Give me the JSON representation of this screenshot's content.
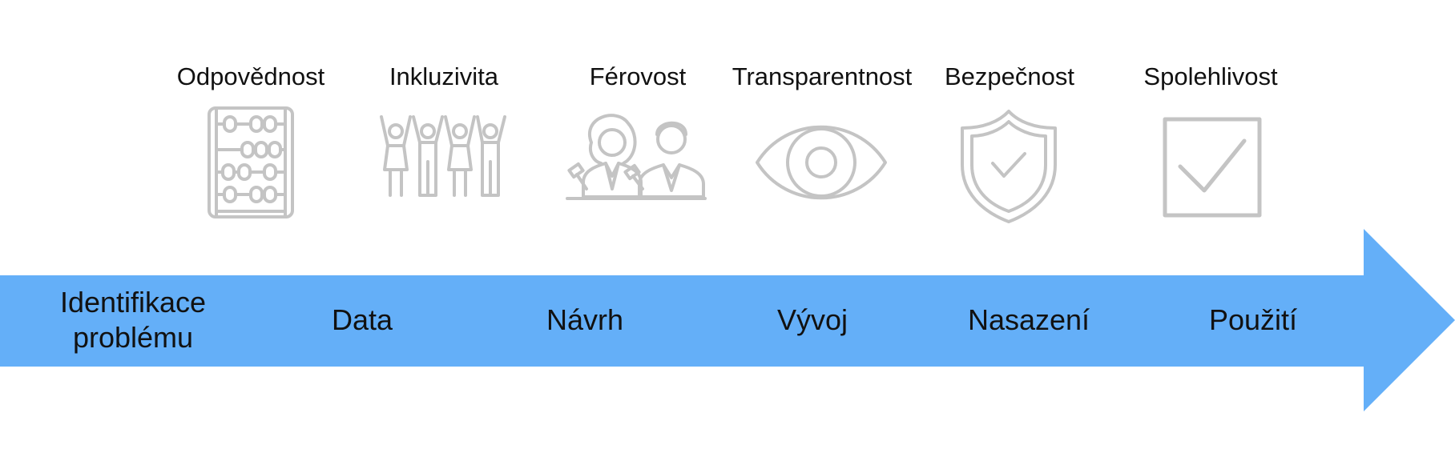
{
  "principles": [
    {
      "label": "Odpovědnost",
      "icon": "abacus-icon"
    },
    {
      "label": "Inkluzivita",
      "icon": "people-cheering-icon"
    },
    {
      "label": "Férovost",
      "icon": "judges-icon"
    },
    {
      "label": "Transparentnost",
      "icon": "eye-icon"
    },
    {
      "label": "Bezpečnost",
      "icon": "shield-check-icon"
    },
    {
      "label": "Spolehlivost",
      "icon": "checkbox-checked-icon"
    }
  ],
  "stages": [
    {
      "line1": "Identifikace",
      "line2": "problému"
    },
    {
      "label": "Data"
    },
    {
      "label": "Návrh"
    },
    {
      "label": "Vývoj"
    },
    {
      "label": "Nasazení"
    },
    {
      "label": "Použití"
    }
  ],
  "colors": {
    "arrow": "#64aff8",
    "icon_stroke": "#c4c4c4",
    "text": "#111111"
  }
}
